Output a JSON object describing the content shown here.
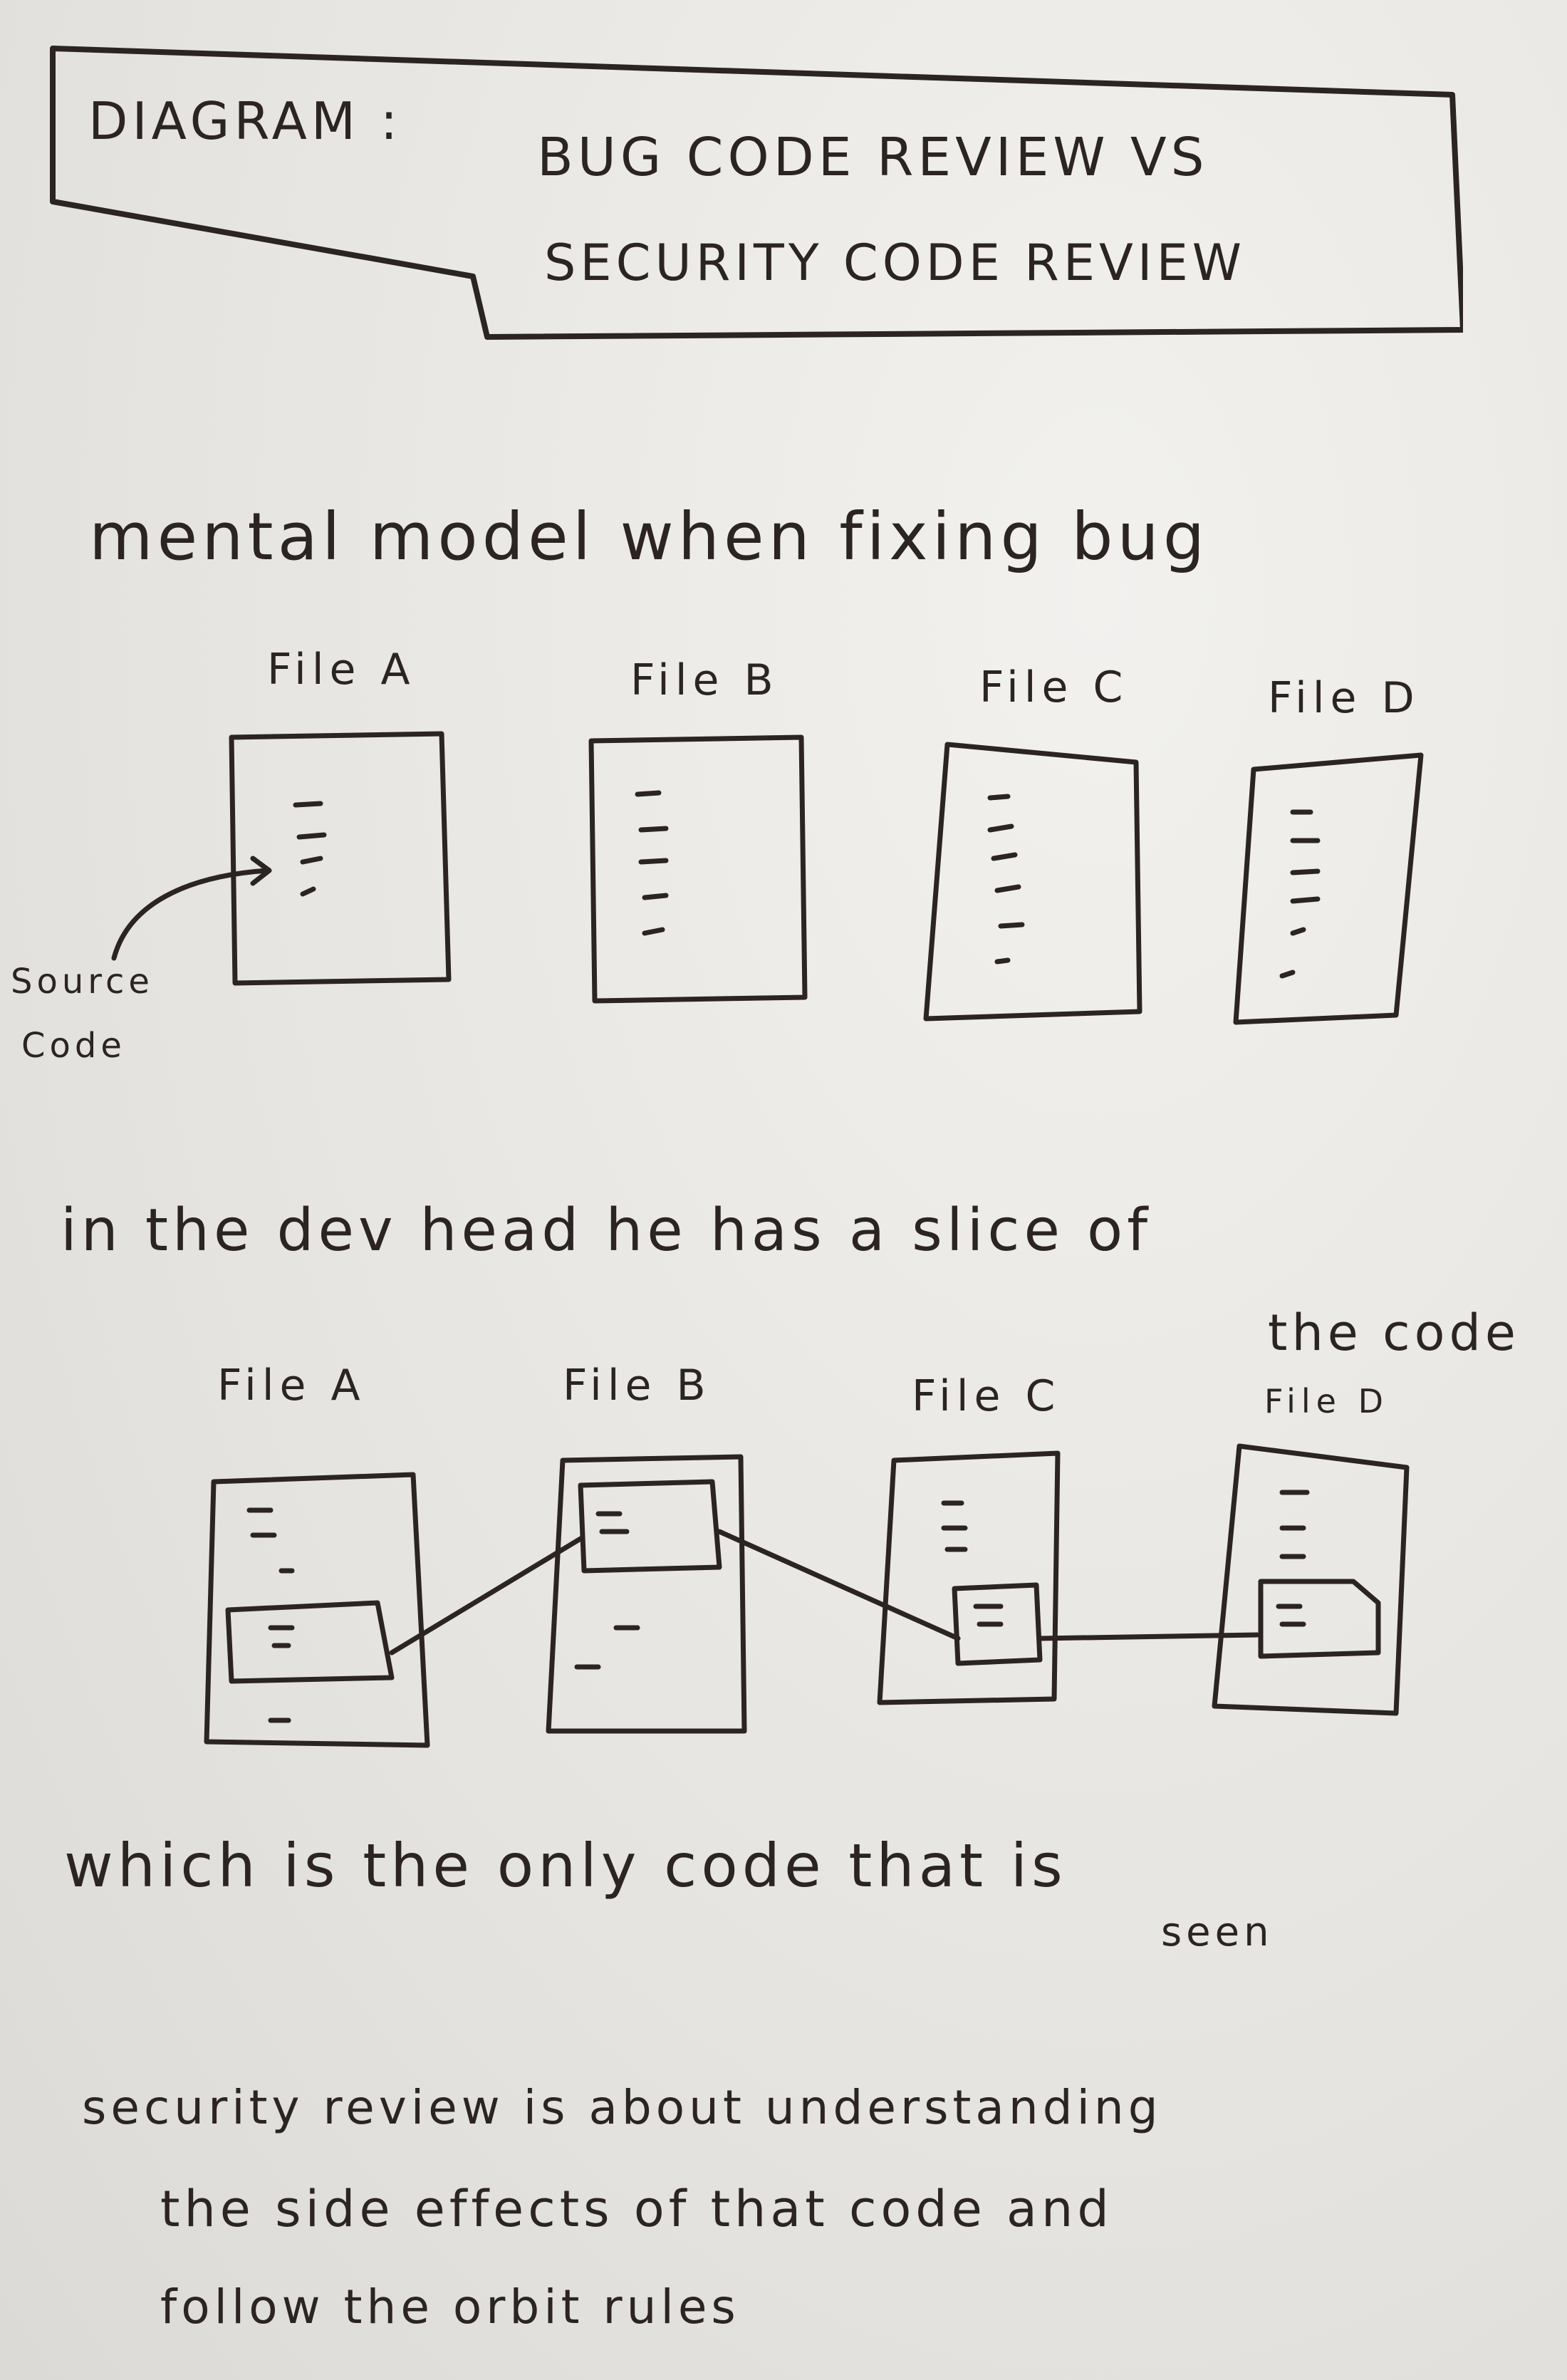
{
  "title": {
    "prefix": "DIAGRAM :",
    "line1": "BUG CODE REVIEW VS",
    "line2": "SECURITY CODE REVIEW"
  },
  "section1": {
    "heading": "mental model when fixing bug",
    "files": [
      "File A",
      "File B",
      "File C",
      "File D"
    ],
    "source_label": [
      "Source",
      "Code"
    ]
  },
  "section2": {
    "heading_line1": "in the dev head he has a slice of",
    "heading_line2": "the code",
    "files": [
      "File A",
      "File B",
      "File C",
      "File D"
    ]
  },
  "section3": {
    "line1": "which is the only code that is",
    "line2": "seen"
  },
  "section4": {
    "line1": "security review is about understanding",
    "line2": "the side effects of that code and",
    "line3": "follow the orbit rules"
  },
  "colors": {
    "ink": "#2b2422",
    "paper": "#ecebe7"
  }
}
